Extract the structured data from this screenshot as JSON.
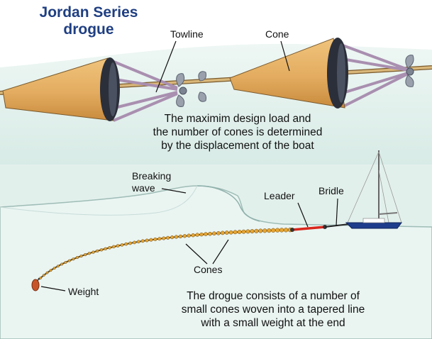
{
  "title": {
    "line1": "Jordan Series",
    "line2": "drogue"
  },
  "labels": {
    "towline": "Towline",
    "cone": "Cone",
    "breaking_wave_1": "Breaking",
    "breaking_wave_2": "wave",
    "leader": "Leader",
    "bridle": "Bridle",
    "cones": "Cones",
    "weight": "Weight"
  },
  "captions": {
    "top": [
      "The maximim design load and",
      "the number of cones is determined",
      "by the displacement of the boat"
    ],
    "bottom": [
      "The drogue consists of a number of",
      "small cones woven into a tapered line",
      "with a small weight at the end"
    ]
  },
  "colors": {
    "title": "#1f3f82",
    "cone_fill": "#e8b56a",
    "cone_dark": "#2b2f3a",
    "water": "#e4f1ed",
    "leader": "#d9261c",
    "weight": "#c8552a",
    "cone_dot": "#e7a531",
    "hull": "#1e3c8c"
  }
}
